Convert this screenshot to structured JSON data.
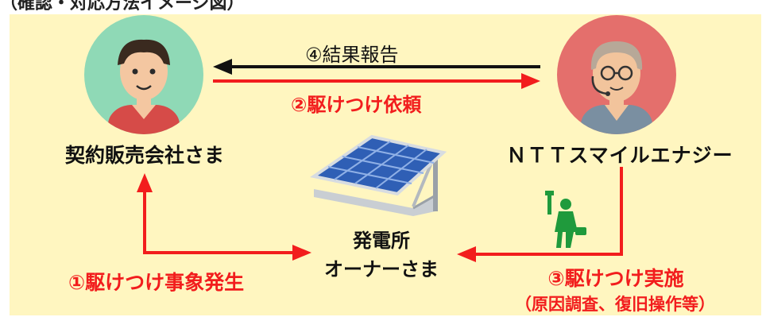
{
  "header": {
    "partial_text": "（確認・対応方法イメージ図）"
  },
  "actors": {
    "left": {
      "name": "契約販売会社さま"
    },
    "right": {
      "name": "ＮＴＴスマイルエナジー"
    },
    "center": {
      "name_line1": "発電所",
      "name_line2": "オーナーさま"
    }
  },
  "steps": {
    "step1": {
      "label": "①駆けつけ事象発生"
    },
    "step2": {
      "label": "②駆けつけ依頼"
    },
    "step3": {
      "label": "③駆けつけ実施",
      "sublabel": "（原因調査、復旧操作等）"
    },
    "step4": {
      "label": "④結果報告"
    }
  },
  "colors": {
    "arrow_red": "#f21d1d",
    "arrow_black": "#111111",
    "panel_bg": "#fff6c0",
    "worker_green": "#1f9a3c",
    "left_avatar_bg": "#8fd9b6",
    "right_avatar_bg": "#e46f6c"
  },
  "icons": [
    "person-avatar-icon",
    "operator-headset-avatar-icon",
    "solar-panel-icon",
    "field-worker-icon"
  ]
}
